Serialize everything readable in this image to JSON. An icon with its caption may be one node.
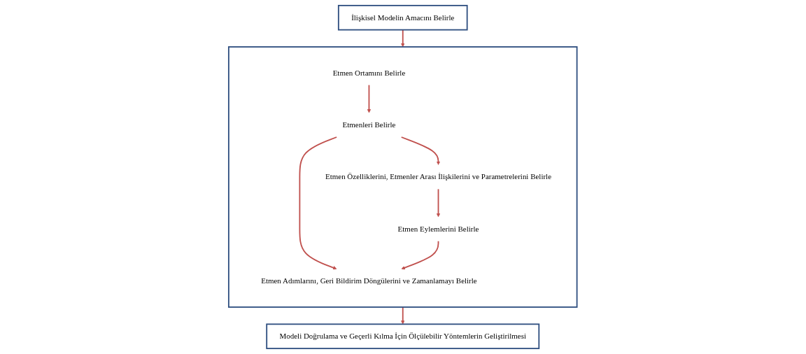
{
  "diagram": {
    "nodes": [
      {
        "text": [
          "İlişkisel Modelin Amacını Belirle"
        ]
      },
      {
        "text": [],
        "shape": "box"
      },
      {
        "text": [
          "Etmen Ortamını Belirle"
        ],
        "in": 1
      },
      {
        "text": [
          "Etmen Özelliklerini, Etmenler Arası İlişkilerini ve Parametrelerini Belirle"
        ],
        "in": 1
      },
      {
        "text": [
          "Etmenleri Belirle"
        ],
        "in": 1
      },
      {
        "text": [
          "Etmen Adımlarını, Geri Bildirim Döngülerini ve Zamanlamayı Belirle"
        ],
        "in": 1
      },
      {
        "text": [
          "Etmen Eylemlerini Belirle"
        ],
        "in": 1
      },
      {
        "text": [
          "Modeli Doğrulama ve Geçerli Kılma İçin Ölçülebilir Yöntemlerin Geliştirilmesi"
        ]
      }
    ],
    "edges": [
      {
        "from": 0,
        "to": 1,
        "arrow": "to"
      },
      {
        "from": 2,
        "to": 4,
        "arrow": "to"
      },
      {
        "from": 4,
        "to": 3,
        "arrow": "to"
      },
      {
        "from": 4,
        "to": 5,
        "arrow": "to"
      },
      {
        "from": 3,
        "to": 6,
        "arrow": "to"
      },
      {
        "from": 6,
        "to": 5,
        "arrow": "to"
      },
      {
        "from": 1,
        "to": 7,
        "arrow": "to"
      }
    ]
  }
}
